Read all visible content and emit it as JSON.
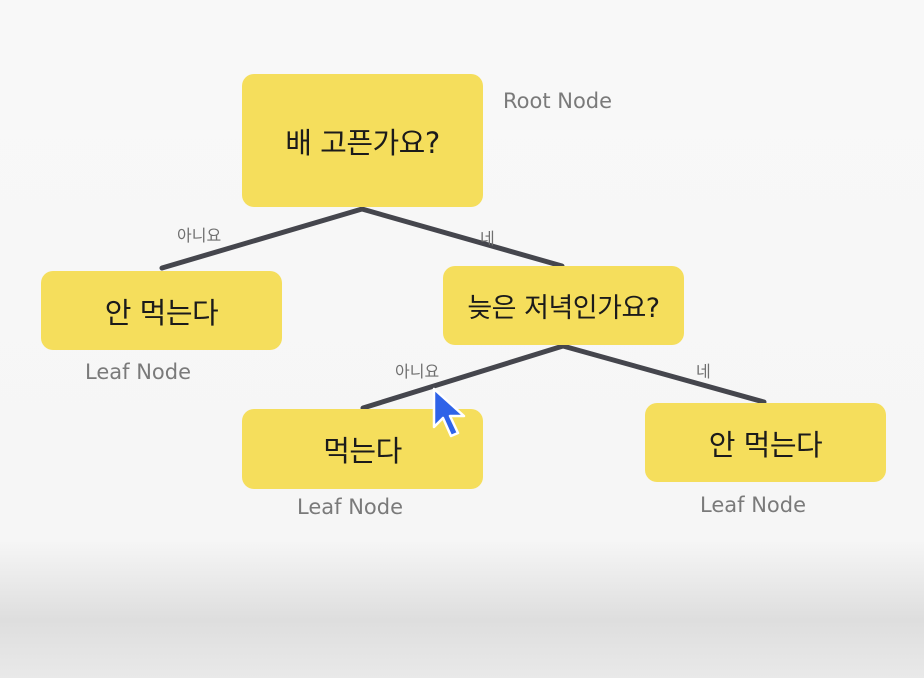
{
  "nodes": {
    "root": {
      "text": "배 고픈가요?",
      "tag": "Root Node"
    },
    "left_leaf": {
      "text": "안 먹는다",
      "tag": "Leaf Node"
    },
    "decision": {
      "text": "늦은 저녁인가요?"
    },
    "eat_leaf": {
      "text": "먹는다",
      "tag": "Leaf Node"
    },
    "no_eat_leaf": {
      "text": "안 먹는다",
      "tag": "Leaf Node"
    }
  },
  "edges": {
    "root_no": "아니요",
    "root_yes": "네",
    "decision_no": "아니요",
    "decision_yes": "네"
  },
  "colors": {
    "node_fill": "#f5de5c",
    "edge": "#45464d",
    "cursor": "#2f63e8"
  },
  "icons": {
    "cursor": "mouse-pointer-icon"
  }
}
